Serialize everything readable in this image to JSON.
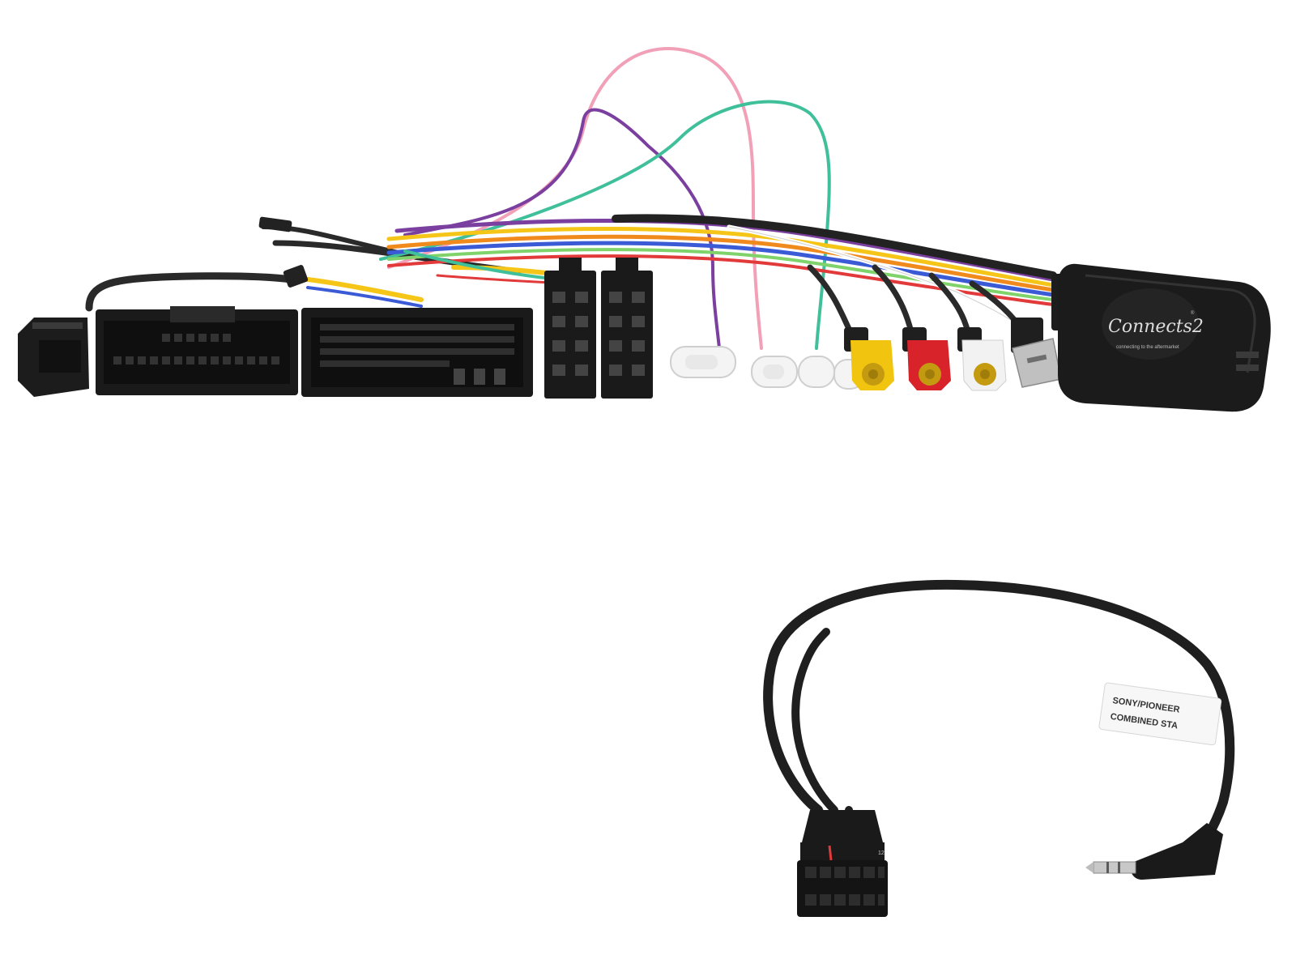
{
  "scene": {
    "background": "#ffffff",
    "subject": "steering wheel control interface wiring harness with patch lead"
  },
  "harness": {
    "wire_colors": [
      "#f2a0b8",
      "#7b3fa0",
      "#3fbf9a",
      "#f5c518",
      "#f08a1c",
      "#3b5bd6",
      "#e23a3a",
      "#222222",
      "#ffffff",
      "#7fd36a"
    ],
    "connector_body_color": "#1a1a1a",
    "rca_colors": {
      "video": "#f1c40f",
      "audio_right": "#d8232a",
      "audio_left": "#f2f2f2"
    }
  },
  "module": {
    "logo": "Connects2",
    "tagline": "connecting to the aftermarket",
    "logo_mark": "®"
  },
  "patch_lead": {
    "label_line1": "SONY/PIONEER",
    "label_line2": "COMBINED STA",
    "pin_marking": "12",
    "jack": "3.5mm stereo jack"
  }
}
